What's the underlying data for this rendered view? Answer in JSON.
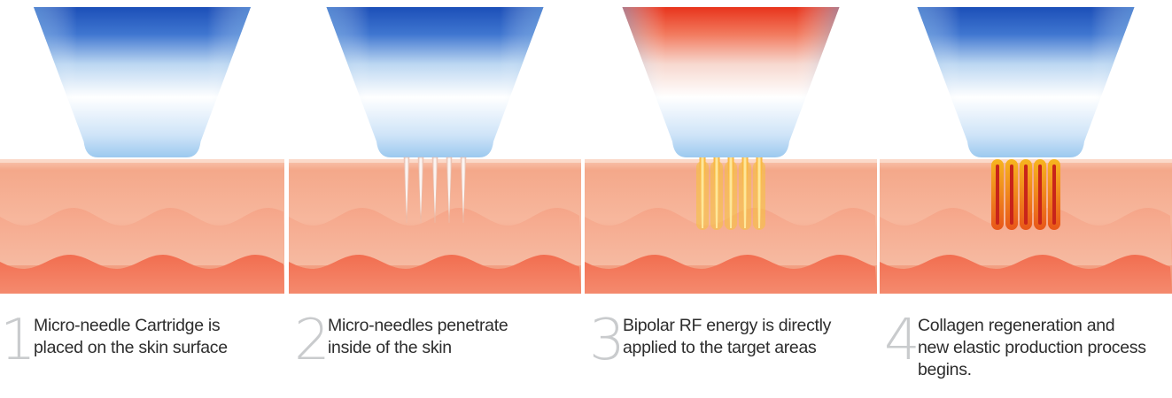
{
  "steps": [
    {
      "number": "1",
      "lines": [
        "Micro-needle Cartridge is",
        "placed on the skin surface"
      ],
      "handpiece_state": "idle",
      "needles": "none"
    },
    {
      "number": "2",
      "lines": [
        "Micro-needles penetrate",
        "inside of the skin"
      ],
      "handpiece_state": "idle",
      "needles": "penetrating"
    },
    {
      "number": "3",
      "lines": [
        "Bipolar RF energy is directly",
        "applied to the target areas"
      ],
      "handpiece_state": "heating",
      "needles": "energized"
    },
    {
      "number": "4",
      "lines": [
        "Collagen regeneration and",
        "new elastic production process",
        "begins."
      ],
      "handpiece_state": "idle",
      "needles": "regenerating"
    }
  ],
  "colors": {
    "handpiece_cool": "#1c4fb8",
    "handpiece_hot": "#e8341c",
    "skin_top": "#f2a98d",
    "skin_mid": "#f5b69c",
    "skin_deep": "#ee6a4c",
    "needle_rf": "#f7b020"
  }
}
